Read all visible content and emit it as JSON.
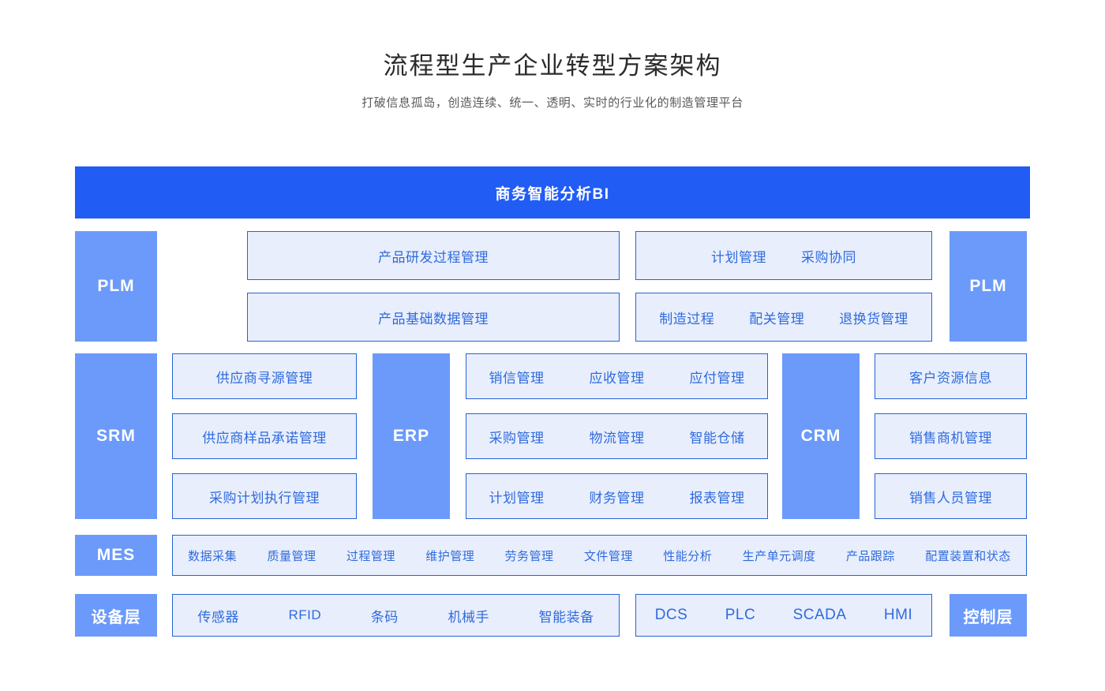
{
  "header": {
    "title": "流程型生产企业转型方案架构",
    "subtitle": "打破信息孤岛，创造连续、统一、透明、实时的行业化的制造管理平台"
  },
  "colors": {
    "bi_bar": "#215CF5",
    "module_block": "#6B9AFA",
    "card_fill": "#E8EEFC",
    "card_border": "#2563D8",
    "card_text": "#2F6BDD",
    "title_text": "#2B2B2B",
    "subtitle_text": "#5A5A5A",
    "page_background": "#FFFFFF"
  },
  "diagram": {
    "bi": {
      "label": "商务智能分析BI"
    },
    "plm_row": {
      "left_block": "PLM",
      "right_block": "PLM",
      "cards": [
        {
          "items": [
            "产品研发过程管理"
          ]
        },
        {
          "items": [
            "产品基础数据管理"
          ]
        },
        {
          "items": [
            "计划管理",
            "采购协同"
          ]
        },
        {
          "items": [
            "制造过程",
            "配关管理",
            "退换货管理"
          ]
        }
      ]
    },
    "srm": {
      "block": "SRM",
      "cards": [
        {
          "items": [
            "供应商寻源管理"
          ]
        },
        {
          "items": [
            "供应商样品承诺管理"
          ]
        },
        {
          "items": [
            "采购计划执行管理"
          ]
        }
      ]
    },
    "erp": {
      "block": "ERP",
      "cards": [
        {
          "items": [
            "销信管理",
            "应收管理",
            "应付管理"
          ]
        },
        {
          "items": [
            "采购管理",
            "物流管理",
            "智能仓储"
          ]
        },
        {
          "items": [
            "计划管理",
            "财务管理",
            "报表管理"
          ]
        }
      ]
    },
    "crm": {
      "block": "CRM",
      "cards": [
        {
          "items": [
            "客户资源信息"
          ]
        },
        {
          "items": [
            "销售商机管理"
          ]
        },
        {
          "items": [
            "销售人员管理"
          ]
        }
      ]
    },
    "mes": {
      "block": "MES",
      "items": [
        "数据采集",
        "质量管理",
        "过程管理",
        "维护管理",
        "劳务管理",
        "文件管理",
        "性能分析",
        "生产单元调度",
        "产品跟踪",
        "配置装置和状态"
      ]
    },
    "device_layer": {
      "block": "设备层",
      "items": [
        "传感器",
        "RFID",
        "条码",
        "机械手",
        "智能装备"
      ]
    },
    "control_layer": {
      "block": "控制层",
      "items": [
        "DCS",
        "PLC",
        "SCADA",
        "HMI"
      ]
    }
  }
}
